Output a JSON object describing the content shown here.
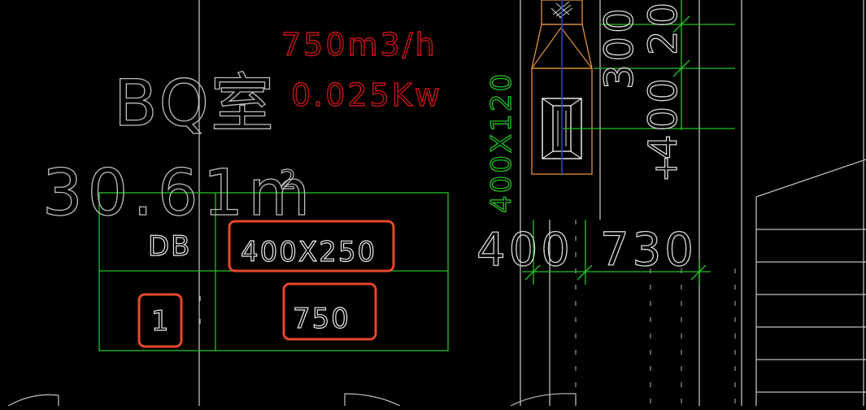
{
  "room": {
    "name": "BQ室",
    "area_value": "30.61m",
    "area_superscript": "2"
  },
  "fan_spec": {
    "airflow": "750m3/h",
    "power": "0.025Kw"
  },
  "duct": {
    "size_label": "400X120"
  },
  "dimensions": {
    "dim_left": "400",
    "dim_right": "730",
    "vertical_top": "300",
    "vertical_top_right": "20",
    "vertical_bottom": "400",
    "vertical_bottom_marker": "+"
  },
  "table": {
    "row1_code": "DB",
    "row1_size": "400X250",
    "row2_count": "1",
    "row2_value": "750"
  },
  "colors": {
    "background": "#000000",
    "linework": "#c8c8c8",
    "dimension_green": "#22c322",
    "annotation_red": "#c81414",
    "highlight_box": "#e8472b",
    "duct_orange": "#e0903c",
    "duct_axis_blue": "#2a3ce0"
  }
}
